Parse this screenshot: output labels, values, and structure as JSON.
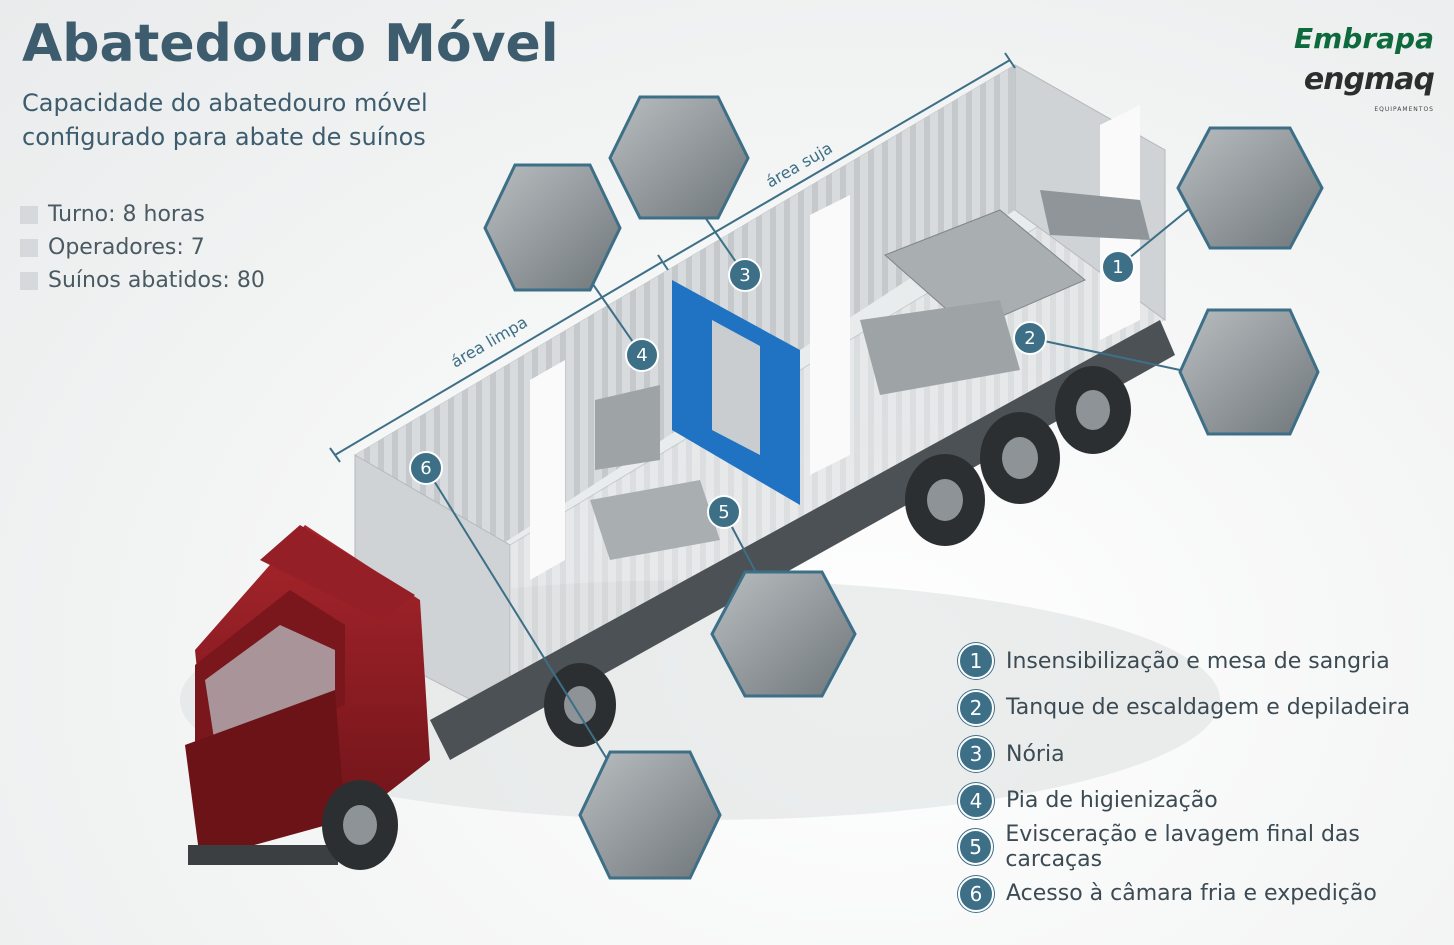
{
  "title": "Abatedouro Móvel",
  "subtitle_line1": "Capacidade do abatedouro móvel",
  "subtitle_line2": "configurado para abate de suínos",
  "stats": [
    {
      "label": "Turno: 8 horas"
    },
    {
      "label": "Operadores: 7"
    },
    {
      "label": "Suínos abatidos: 80"
    }
  ],
  "logos": {
    "embrapa": "Embrapa",
    "engmaq": "engmaq",
    "engmaq_sub": "EQUIPAMENTOS"
  },
  "areas": {
    "clean": "área limpa",
    "dirty": "área suja"
  },
  "markers": [
    "1",
    "2",
    "3",
    "4",
    "5",
    "6"
  ],
  "legend": [
    {
      "num": "1",
      "label": "Insensibilização e mesa de sangria"
    },
    {
      "num": "2",
      "label": "Tanque de escaldagem e depiladeira"
    },
    {
      "num": "3",
      "label": "Nória"
    },
    {
      "num": "4",
      "label": "Pia de higienização"
    },
    {
      "num": "5",
      "label": "Evisceração e lavagem final das carcaças"
    },
    {
      "num": "6",
      "label": "Acesso à câmara fria e expedição"
    }
  ],
  "colors": {
    "accent": "#3d6f87",
    "title": "#3d5d6e",
    "truck_cab": "#8b1c22",
    "divider_blue": "#1f73c2"
  }
}
